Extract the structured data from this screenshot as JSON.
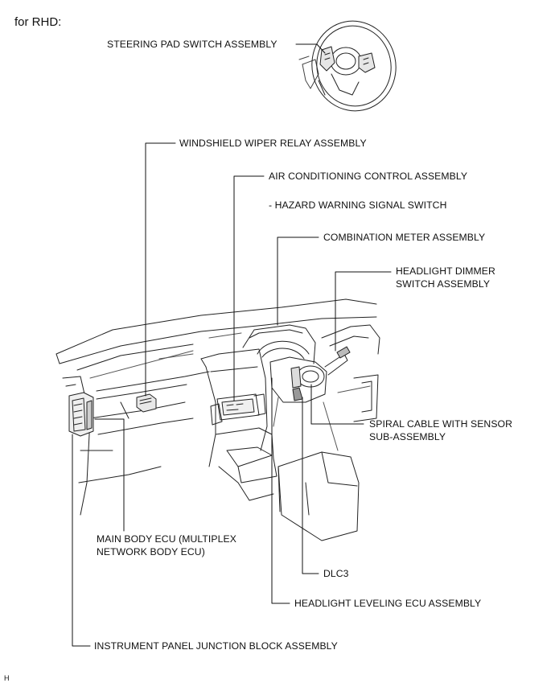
{
  "header": {
    "text": "for RHD:"
  },
  "labels": {
    "steering_pad": "STEERING PAD SWITCH ASSEMBLY",
    "wiper_relay": "WINDSHIELD WIPER RELAY ASSEMBLY",
    "ac_control": "AIR CONDITIONING CONTROL ASSEMBLY",
    "hazard_switch": "- HAZARD WARNING SIGNAL SWITCH",
    "combination_meter": "COMBINATION METER ASSEMBLY",
    "headlight_dimmer_1": "HEADLIGHT DIMMER",
    "headlight_dimmer_2": "SWITCH ASSEMBLY",
    "spiral_cable_1": "SPIRAL CABLE WITH SENSOR",
    "spiral_cable_2": "SUB-ASSEMBLY",
    "main_body_ecu_1": "MAIN BODY ECU (MULTIPLEX",
    "main_body_ecu_2": "NETWORK BODY ECU)",
    "dlc3": "DLC3",
    "headlight_leveling": "HEADLIGHT LEVELING ECU ASSEMBLY",
    "junction_block": "INSTRUMENT PANEL JUNCTION BLOCK ASSEMBLY"
  },
  "figure_code": "H"
}
